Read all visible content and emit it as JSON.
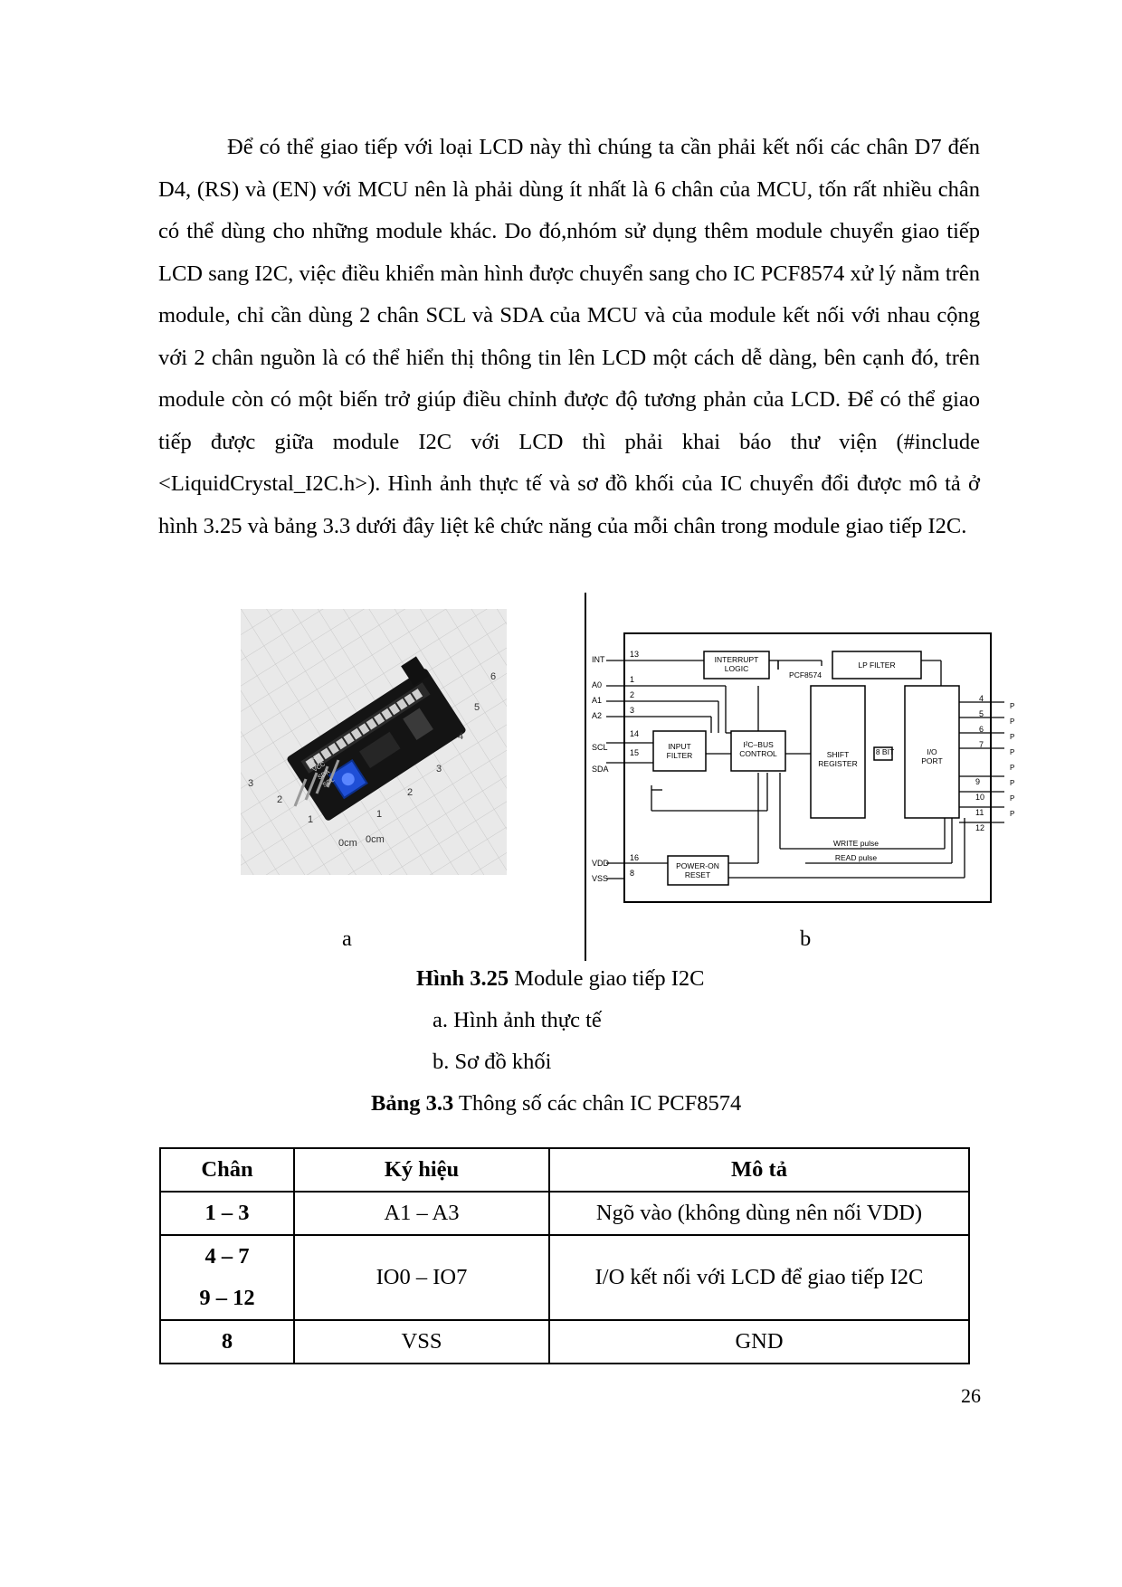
{
  "body": {
    "paragraph": "Để có thể giao tiếp với loại LCD này thì chúng ta cần phải kết nối các chân D7 đến D4, (RS) và (EN) với MCU nên là phải dùng ít nhất là 6 chân của MCU, tốn rất nhiều chân có thể dùng cho những module khác. Do đó,nhóm sử dụng thêm module chuyển giao tiếp LCD sang I2C, việc điều khiển màn hình được chuyển sang cho IC PCF8574 xử lý nằm trên module, chỉ cần dùng 2 chân SCL và SDA của MCU và của module kết nối với nhau cộng với 2 chân nguồn là có thể hiển thị thông tin lên LCD một cách dễ dàng, bên cạnh đó, trên module còn có một biến trở giúp điều chỉnh được độ tương phản của LCD. Để có thể giao tiếp được giữa module I2C với LCD thì phải khai báo thư viện (#include <LiquidCrystal_I2C.h>). Hình ảnh thực tế và sơ đồ khối của IC chuyển đổi được mô tả ở hình 3.25 và bảng 3.3 dưới đây liệt kê chức năng của mỗi chân trong module giao tiếp I2C."
  },
  "figure": {
    "label_a": "a",
    "label_b": "b",
    "caption_bold": "Hình 3.25",
    "caption_text": " Module giao tiếp I2C",
    "sub_a": "a. Hình ảnh thực tế",
    "sub_b": "b. Sơ đồ khối",
    "photo": {
      "ruler_numbers": [
        "1",
        "2",
        "3",
        "4",
        "5",
        "6",
        "0cm",
        "1",
        "2",
        "3",
        "0cm"
      ],
      "pin_labels": [
        "GND",
        "VCC",
        "SDA",
        "SCL"
      ]
    },
    "diagram": {
      "left_pins": [
        "INT",
        "A0",
        "A1",
        "A2",
        "SCL",
        "SDA",
        "VDD",
        "VSS"
      ],
      "left_pin_nums": [
        "13",
        "1",
        "2",
        "3",
        "14",
        "15",
        "16",
        "8"
      ],
      "right_pin_nums": [
        "4",
        "5",
        "6",
        "7",
        "9",
        "10",
        "11",
        "12"
      ],
      "right_pin_labels": [
        "P",
        "P",
        "P",
        "P",
        "P",
        "P",
        "P",
        "P"
      ],
      "blocks": {
        "interrupt": [
          "INTERRUPT",
          "LOGIC"
        ],
        "chip": "PCF8574",
        "lp_filter": "LP FILTER",
        "input_filter": [
          "INPUT",
          "FILTER"
        ],
        "i2c_control": [
          "I²C–BUS",
          "CONTROL"
        ],
        "shift_register": [
          "SHIFT",
          "REGISTER"
        ],
        "bus_width": "8 BIT",
        "io_port": [
          "I/O",
          "PORT"
        ],
        "power_on_reset": [
          "POWER-ON",
          "RESET"
        ],
        "write_pulse": "WRITE pulse",
        "read_pulse": "READ pulse"
      }
    }
  },
  "table": {
    "caption_bold": "Bảng 3.3",
    "caption_text": " Thông số các chân IC PCF8574",
    "headers": [
      "Chân",
      "Ký hiệu",
      "Mô tả"
    ],
    "rows": [
      {
        "pin": "1 – 3",
        "pin2": "",
        "symbol": "A1 – A3",
        "desc": "Ngõ vào (không dùng nên nối VDD)"
      },
      {
        "pin": "4 – 7",
        "pin2": "9 – 12",
        "symbol": "IO0 – IO7",
        "desc": "I/O kết nối với LCD để giao tiếp I2C"
      },
      {
        "pin": "8",
        "pin2": "",
        "symbol": "VSS",
        "desc": "GND"
      }
    ]
  },
  "page_number": "26"
}
